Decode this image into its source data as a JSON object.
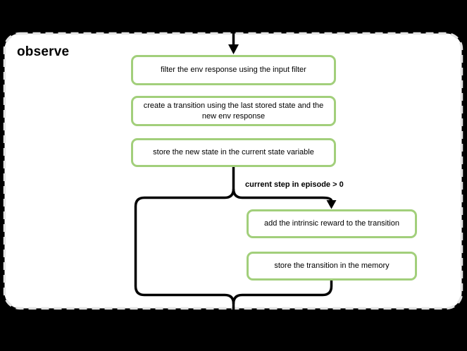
{
  "diagram": {
    "title": "observe",
    "nodes": [
      {
        "label": "filter the env response using the input filter"
      },
      {
        "label": "create a transition using the last stored state and the new env response"
      },
      {
        "label": "store the new state in the current state variable"
      },
      {
        "label": "add the intrinsic reward to the transition"
      },
      {
        "label": "store the transition in the memory"
      }
    ],
    "branch": {
      "condition_label": "current step in episode > 0"
    },
    "colors": {
      "background": "#000000",
      "container_fill": "#ffffff",
      "container_dash_border": "#e4e4e4",
      "node_border": "#a2cf7b",
      "node_fill": "#ffffff",
      "flow_line": "#000000",
      "text": "#000000"
    }
  }
}
